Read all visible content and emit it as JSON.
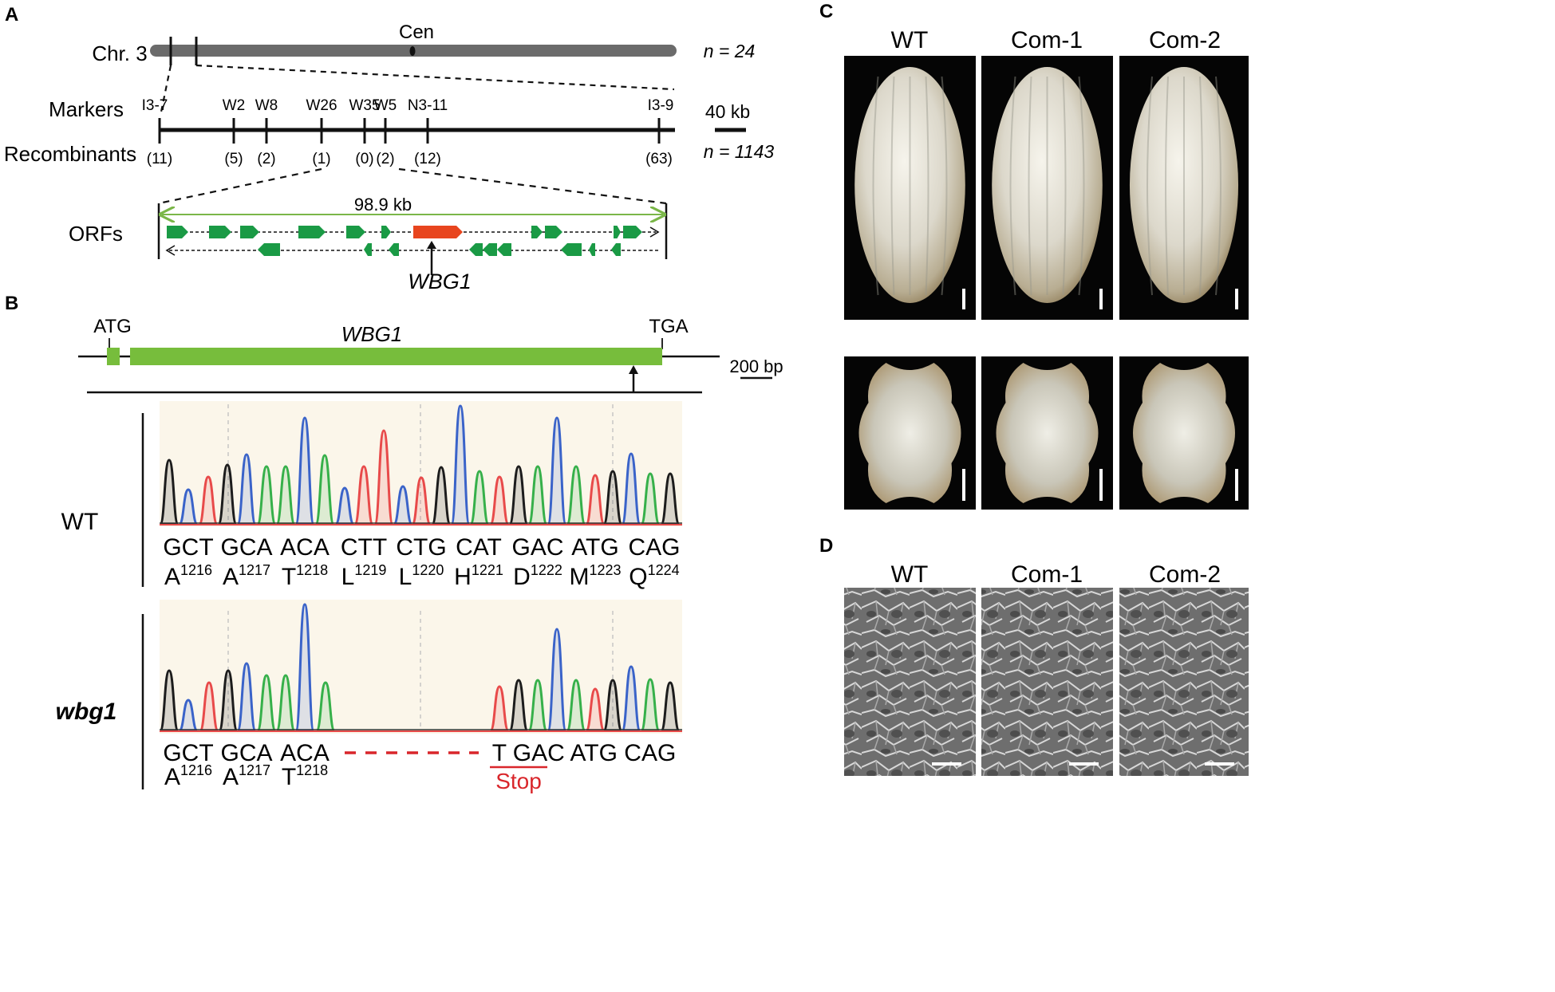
{
  "panels": {
    "A": {
      "label": "A",
      "chromosome": {
        "name": "Chr. 3",
        "centromere": "Cen",
        "n": "n = 24"
      },
      "markers_label": "Markers",
      "recombinants_label": "Recombinants",
      "scale_label": "40 kb",
      "n_total": "n = 1143",
      "markers": [
        {
          "name": "I3-7",
          "recombinants": "(11)"
        },
        {
          "name": "W2",
          "recombinants": "(5)"
        },
        {
          "name": "W8",
          "recombinants": "(2)"
        },
        {
          "name": "W26",
          "recombinants": "(1)"
        },
        {
          "name": "W35",
          "recombinants": "(0)"
        },
        {
          "name": "W5",
          "recombinants": "(2)"
        },
        {
          "name": "N3-11",
          "recombinants": "(12)"
        },
        {
          "name": "I3-9",
          "recombinants": "(63)"
        }
      ],
      "orfs_label": "ORFs",
      "region_size": "98.9 kb",
      "candidate_gene": "WBG1"
    },
    "B": {
      "label": "B",
      "gene_name": "WBG1",
      "start_codon": "ATG",
      "stop_codon": "TGA",
      "scale_label": "200 bp",
      "wt": {
        "label": "WT",
        "codons": [
          "GCT",
          "GCA",
          "ACA",
          "CTT",
          "CTG",
          "CAT",
          "GAC",
          "ATG",
          "CAG"
        ],
        "amino_acids": [
          {
            "aa": "A",
            "pos": "1216"
          },
          {
            "aa": "A",
            "pos": "1217"
          },
          {
            "aa": "T",
            "pos": "1218"
          },
          {
            "aa": "L",
            "pos": "1219"
          },
          {
            "aa": "L",
            "pos": "1220"
          },
          {
            "aa": "H",
            "pos": "1221"
          },
          {
            "aa": "D",
            "pos": "1222"
          },
          {
            "aa": "M",
            "pos": "1223"
          },
          {
            "aa": "Q",
            "pos": "1224"
          }
        ]
      },
      "mutant": {
        "label": "wbg1",
        "codons": [
          "GCT",
          "GCA",
          "ACA"
        ],
        "codons_after": "T GAC ATG CAG",
        "amino_acids": [
          {
            "aa": "A",
            "pos": "1216"
          },
          {
            "aa": "A",
            "pos": "1217"
          },
          {
            "aa": "T",
            "pos": "1218"
          }
        ],
        "stop_label": "Stop"
      }
    },
    "C": {
      "label": "C",
      "columns": [
        "WT",
        "Com-1",
        "Com-2"
      ]
    },
    "D": {
      "label": "D",
      "columns": [
        "WT",
        "Com-1",
        "Com-2"
      ]
    }
  },
  "colors": {
    "orf": "#1a9a45",
    "candidate": "#e8451e",
    "gene_bar": "#77bd3c",
    "range_arrow": "#7ab648",
    "stop": "#d9262b"
  }
}
